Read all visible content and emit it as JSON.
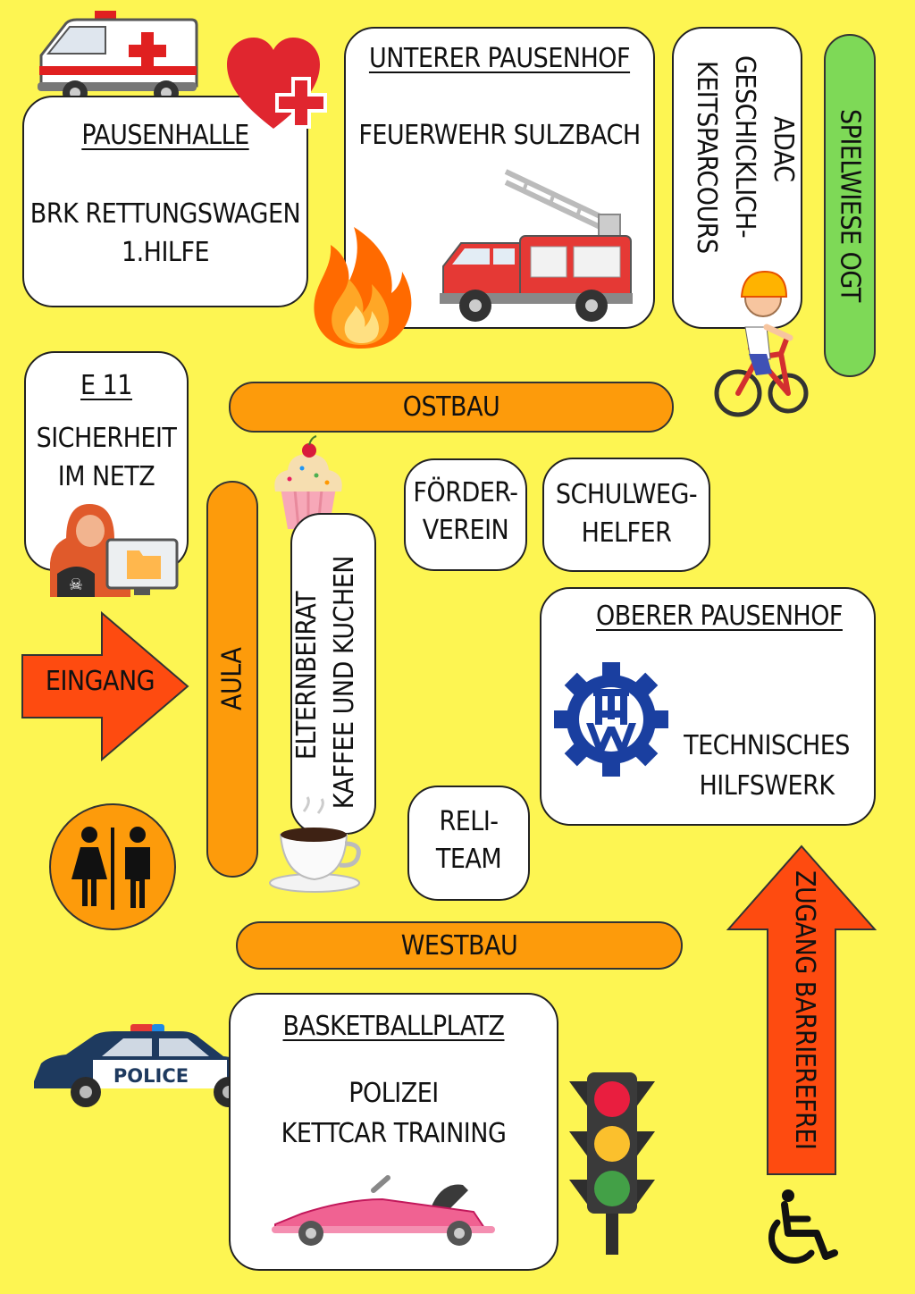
{
  "areas": {
    "pausenhalle": {
      "title": "PAUSENHALLE",
      "line1": "BRK RETTUNGSWAGEN",
      "line2": "1.HILFE"
    },
    "unterer_pausenhof": {
      "title": "UNTERER PAUSENHOF",
      "line1": "FEUERWEHR SULZBACH"
    },
    "adac": {
      "line1": "ADAC",
      "line2": "GESCHICKLICH-",
      "line3": "KEITSPARCOURS"
    },
    "spielwiese": {
      "label": "SPIELWIESE OGT"
    },
    "e11": {
      "title": "E 11",
      "line1": "SICHERHEIT",
      "line2": "IM NETZ"
    },
    "ostbau": {
      "label": "OSTBAU"
    },
    "foerderverein": {
      "line1": "FÖRDER-",
      "line2": "VEREIN"
    },
    "schulweghelfer": {
      "line1": "SCHULWEG-",
      "line2": "HELFER"
    },
    "aula": {
      "label": "AULA"
    },
    "elternbeirat": {
      "line1": "ELTERNBEIRAT",
      "line2": "KAFFEE UND KUCHEN"
    },
    "oberer_pausenhof": {
      "title": "OBERER PAUSENHOF",
      "line1": "TECHNISCHES",
      "line2": "HILFSWERK"
    },
    "reliteam": {
      "line1": "RELI-",
      "line2": "TEAM"
    },
    "westbau": {
      "label": "WESTBAU"
    },
    "basketballplatz": {
      "title": "BASKETBALLPLATZ",
      "line1": "POLIZEI",
      "line2": "KETTCAR TRAINING"
    }
  },
  "arrows": {
    "eingang": {
      "label": "EINGANG"
    },
    "barrierefrei": {
      "label": "ZUGANG BARRIEREFREI"
    }
  },
  "police_car": {
    "label": "POLICE"
  },
  "colors": {
    "background": "#fdf552",
    "pill_orange": "#fd9b0b",
    "pill_green": "#7ed957",
    "arrow_red": "#fe4b10",
    "thw_blue": "#1a3fa0"
  },
  "icons": [
    "ambulance-icon",
    "heart-plus-icon",
    "fire-icon",
    "fire-truck-icon",
    "cyclist-icon",
    "hacker-icon",
    "cupcake-icon",
    "coffee-cup-icon",
    "restroom-icon",
    "thw-logo-icon",
    "police-car-icon",
    "traffic-light-icon",
    "kart-icon",
    "wheelchair-icon"
  ]
}
